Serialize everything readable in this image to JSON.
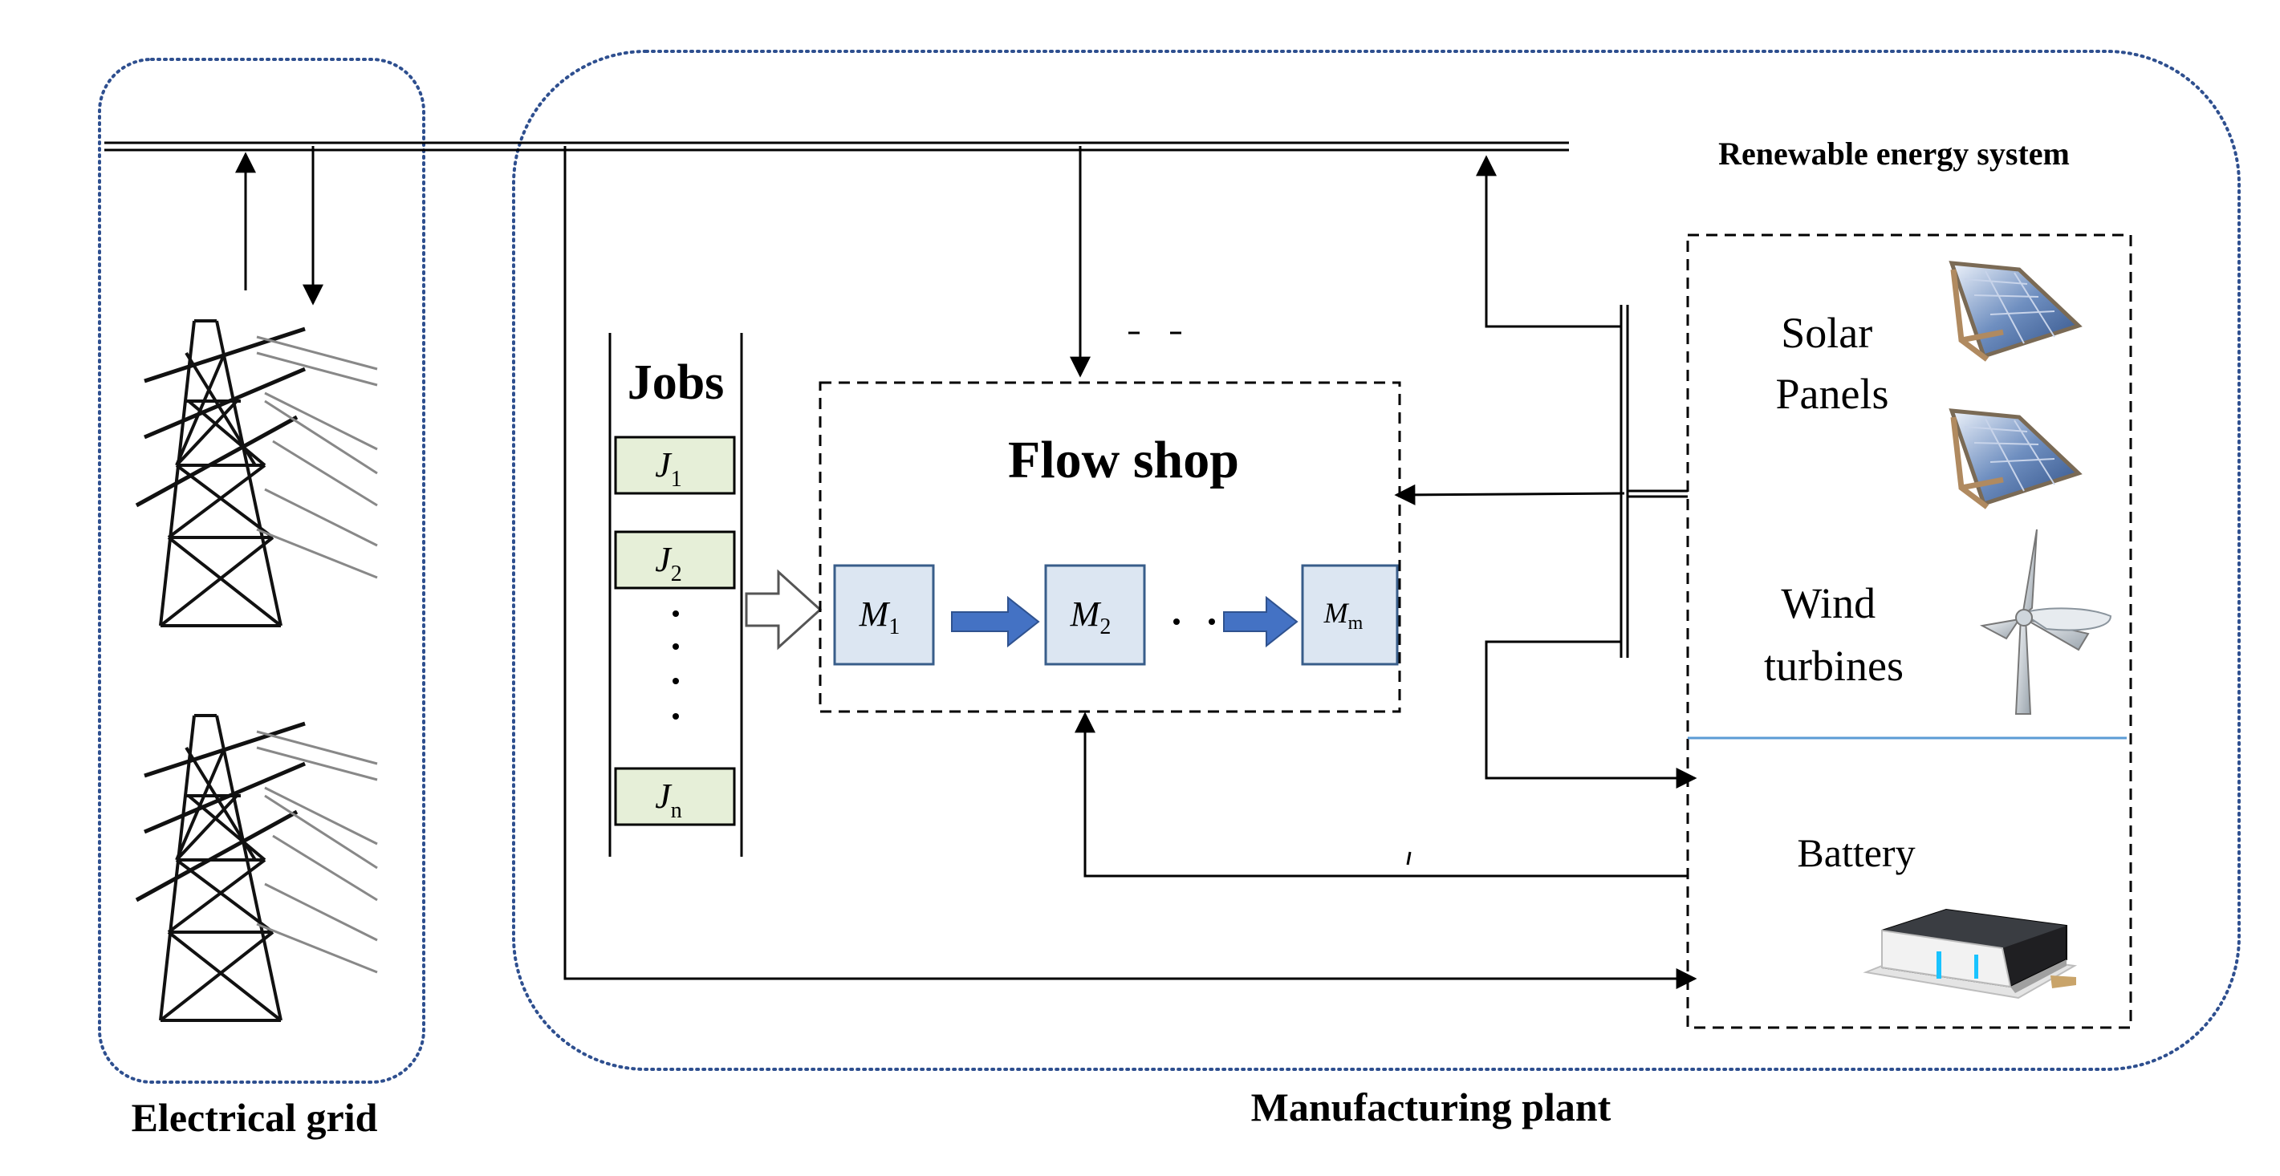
{
  "groups": {
    "grid": "Electrical grid",
    "plant": "Manufacturing plant",
    "res": "Renewable energy system"
  },
  "jobs": {
    "title": "Jobs",
    "items": [
      "J",
      "J",
      "J"
    ],
    "subscripts": [
      "1",
      "2",
      "n"
    ]
  },
  "flowshop": {
    "title": "Flow shop",
    "machines": [
      "M",
      "M",
      "M"
    ],
    "machine_subscripts": [
      "1",
      "2",
      "m"
    ]
  },
  "res": {
    "solar": [
      "Solar",
      "Panels"
    ],
    "wind": [
      "Wind",
      "turbines"
    ],
    "battery": "Battery"
  },
  "colors": {
    "group_border": "#2e4f8f",
    "job_fill": "#e6efd8",
    "machine_fill": "#dce6f2",
    "machine_border": "#385d8a",
    "flow_arrow": "#4472c4",
    "separator": "#5b9bd5"
  },
  "icons": [
    "power-tower-icon",
    "solar-panel-icon",
    "wind-turbine-icon",
    "battery-storage-icon"
  ]
}
